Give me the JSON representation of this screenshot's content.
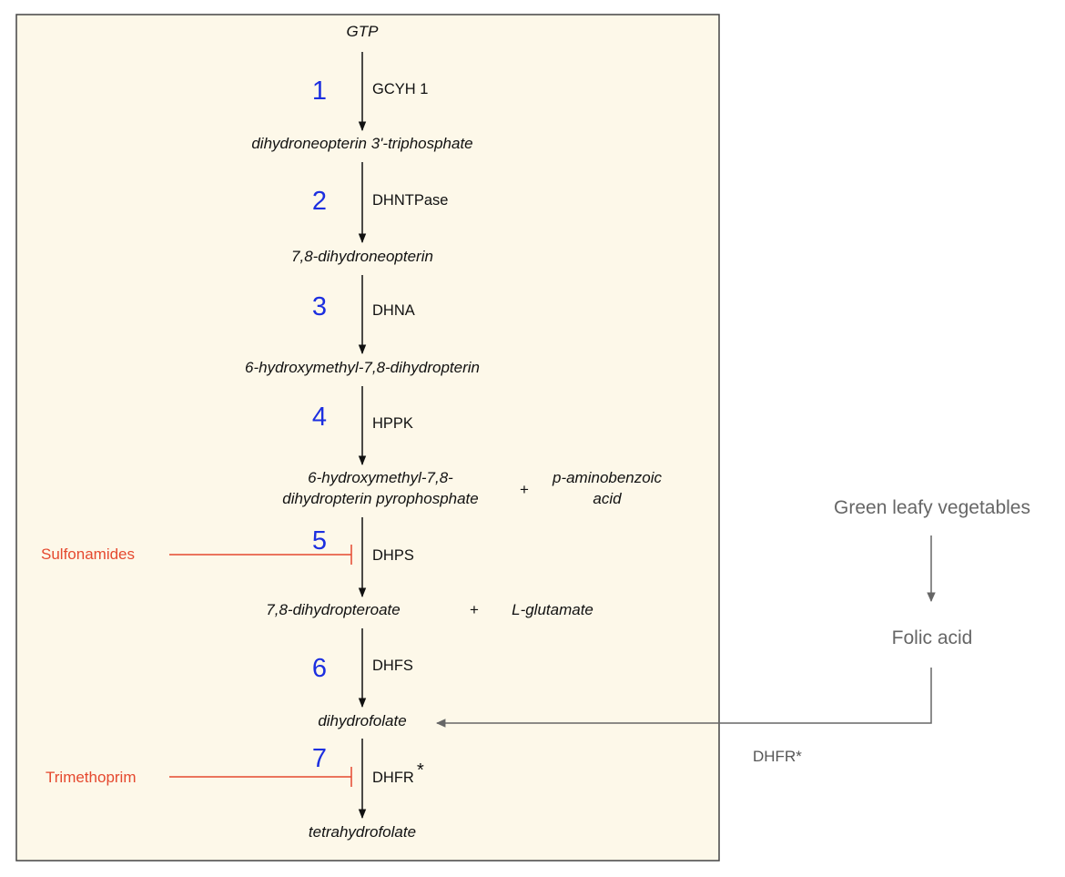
{
  "colors": {
    "panel_fill": "#fdf8e9",
    "panel_border": "#444444",
    "step_number": "#1c2fe0",
    "inhibitor": "#e5492f",
    "external_text": "#666666",
    "external_arrow": "#666666"
  },
  "pathway": {
    "compounds": {
      "gtp": "GTP",
      "dntp": "dihydroneopterin 3'-triphosphate",
      "dhn": "7,8-dihydroneopterin",
      "hmdhp": "6-hydroxymethyl-7,8-dihydropterin",
      "hmdhpp_line1": "6-hydroxymethyl-7,8-",
      "hmdhpp_line2": "dihydropterin pyrophosphate",
      "paba_line1": "p-aminobenzoic",
      "paba_line2": "acid",
      "dhpt": "7,8-dihydropteroate",
      "glu": "L-glutamate",
      "dhf": "dihydrofolate",
      "thf": "tetrahydrofolate"
    },
    "plus": "+",
    "steps": [
      {
        "number": "1",
        "enzyme": "GCYH 1"
      },
      {
        "number": "2",
        "enzyme": "DHNTPase"
      },
      {
        "number": "3",
        "enzyme": "DHNA"
      },
      {
        "number": "4",
        "enzyme": "HPPK"
      },
      {
        "number": "5",
        "enzyme": "DHPS"
      },
      {
        "number": "6",
        "enzyme": "DHFS"
      },
      {
        "number": "7",
        "enzyme": "DHFR",
        "mark": "*"
      }
    ]
  },
  "inhibitors": [
    {
      "name": "Sulfonamides",
      "target_step": "5"
    },
    {
      "name": "Trimethoprim",
      "target_step": "7"
    }
  ],
  "dietary": {
    "source": "Green leafy vegetables",
    "product": "Folic acid",
    "enzyme": "DHFR*"
  }
}
